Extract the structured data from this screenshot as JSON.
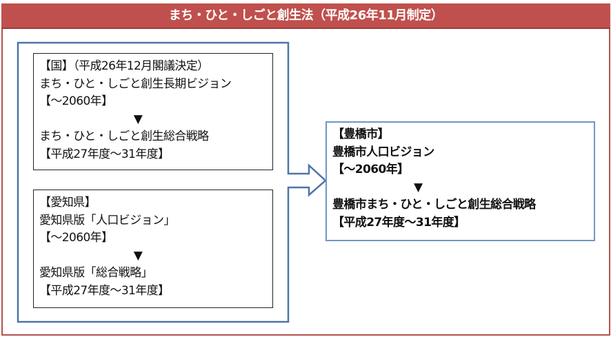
{
  "title": "まち・ひと・しごと創生法（平成26年11月制定）",
  "national": {
    "lines": [
      "【国】（平成26年12月閣議決定）",
      "まち・ひと・しごと創生長期ビジョン",
      "【～2060年】",
      "▼",
      "まち・ひと・しごと創生総合戦略",
      "【平成27年度～31年度】"
    ]
  },
  "prefecture": {
    "lines": [
      "【愛知県】",
      "愛知県版「人口ビジョン」",
      "【～2060年】",
      "▼",
      "愛知県版「総合戦略」",
      "【平成27年度～31年度】"
    ]
  },
  "city": {
    "lines": [
      "【豊橋市】",
      "豊橋市人口ビジョン",
      "【～2060年】",
      "▼",
      "豊橋市まち・ひと・しごと創生総合戦略",
      "【平成27年度～31年度】"
    ]
  },
  "colors": {
    "title_bg": "#c0504d",
    "arrow_border": "#4f74a8",
    "city_border": "#6f95c7"
  }
}
